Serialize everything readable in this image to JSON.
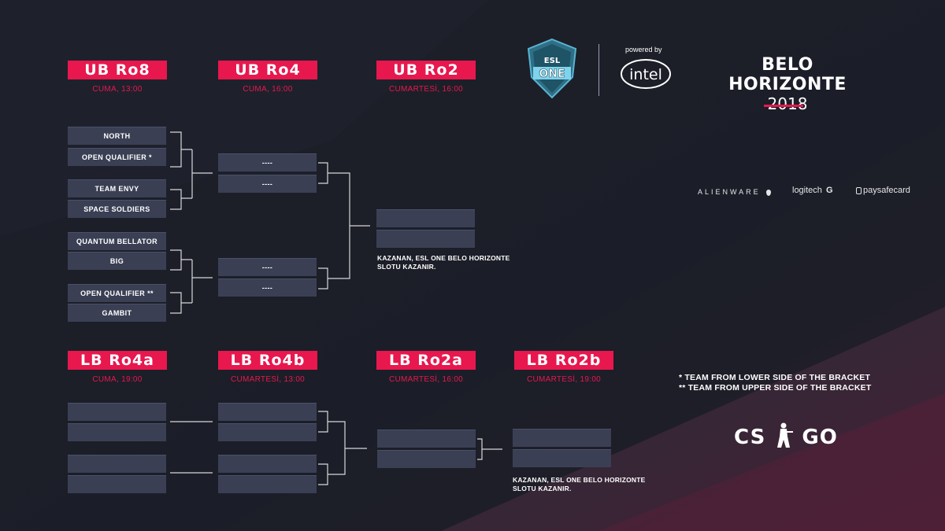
{
  "upper_bracket": {
    "rounds": [
      {
        "label": "UB Ro8",
        "time": "CUMA, 13:00"
      },
      {
        "label": "UB Ro4",
        "time": "CUMA, 16:00"
      },
      {
        "label": "UB Ro2",
        "time": "CUMARTESİ, 16:00"
      }
    ],
    "ro8_slots": [
      "NORTH",
      "OPEN QUALIFIER *",
      "TEAM ENVY",
      "SPACE SOLDIERS",
      "QUANTUM BELLATOR",
      "BIG",
      "OPEN QUALIFIER **",
      "GAMBIT"
    ],
    "ro4_slots": [
      "----",
      "----",
      "----",
      "----"
    ],
    "ro2_slots": [
      "",
      ""
    ],
    "winner_note_line1": "KAZANAN, ESL ONE BELO HORIZONTE",
    "winner_note_line2": "SLOTU KAZANIR."
  },
  "lower_bracket": {
    "rounds": [
      {
        "label": "LB Ro4a",
        "time": "CUMA, 19:00"
      },
      {
        "label": "LB Ro4b",
        "time": "CUMARTESİ, 13:00"
      },
      {
        "label": "LB Ro2a",
        "time": "CUMARTESİ, 16:00"
      },
      {
        "label": "LB Ro2b",
        "time": "CUMARTESİ, 19:00"
      }
    ],
    "winner_note_line1": "KAZANAN, ESL ONE BELO HORIZONTE",
    "winner_note_line2": "SLOTU KAZANIR."
  },
  "header": {
    "esl_top": "ESL",
    "esl_bottom": "ONE",
    "powered_by": "powered by",
    "intel": "intel",
    "event_title": "BELO HORIZONTE",
    "event_year": "2018"
  },
  "sponsors": [
    "ALIENWARE",
    "logitech",
    "paysafecard"
  ],
  "legend": {
    "line1": "*  TEAM FROM LOWER SIDE OF THE BRACKET",
    "line2": "** TEAM FROM UPPER SIDE OF THE BRACKET"
  },
  "game_logo": {
    "left": "CS",
    "right": "GO"
  },
  "colors": {
    "accent": "#e8174e",
    "slot": "#3a3f54",
    "background": "#1a1d27"
  }
}
